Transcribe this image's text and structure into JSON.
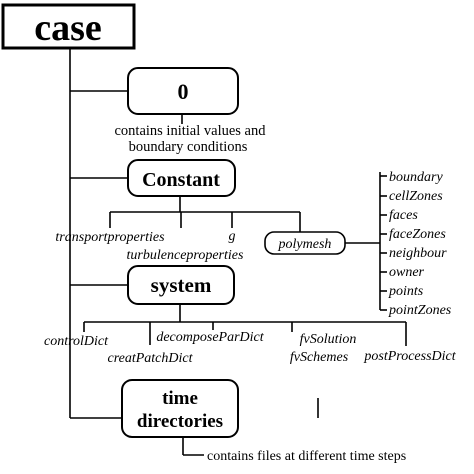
{
  "diagram": {
    "root": "case",
    "nodes": {
      "zero": "0",
      "constant": "Constant",
      "system": "system",
      "time_line1": "time",
      "time_line2": "directories",
      "polymesh": "polymesh"
    },
    "notes": {
      "zero_line1": "contains initial values and",
      "zero_line2": "boundary conditions",
      "time": "contains files at different time steps"
    },
    "constant_children": {
      "transport": "transportproperties",
      "turbulence": "turbulenceproperties",
      "g": "g"
    },
    "polymesh_files": [
      "boundary",
      "cellZones",
      "faces",
      "faceZones",
      "neighbour",
      "owner",
      "points",
      "pointZones"
    ],
    "system_children": {
      "controlDict": "controlDict",
      "creatPatchDict": "creatPatchDict",
      "decomposeParDict": "decomposeParDict",
      "fvSolution": "fvSolution",
      "fvSchemes": "fvSchemes",
      "postProcessDict": "postProcessDict"
    },
    "colors": {
      "ink": "#000000",
      "background": "#ffffff"
    }
  }
}
